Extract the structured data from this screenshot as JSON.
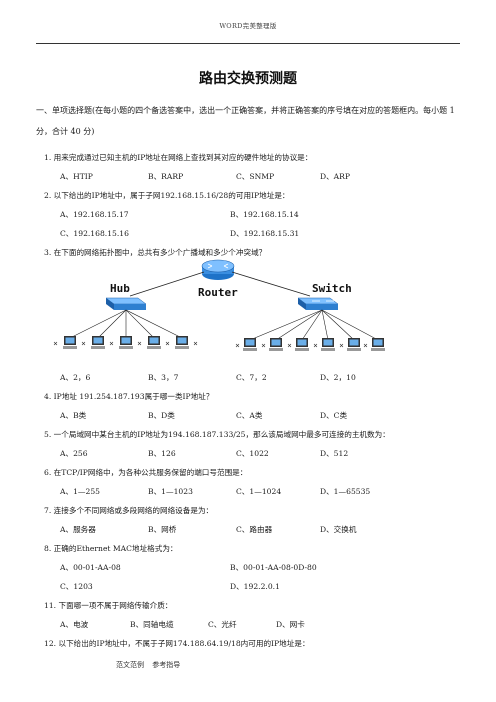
{
  "header": {
    "text": "WORD完美整理版"
  },
  "title": "路由交换预测题",
  "intro": "一、单项选择题(在每小题的四个备选答案中，选出一个正确答案，并将正确答案的序号填在对应的答题框内。每小题 1 分，合计 40 分)",
  "questions": [
    {
      "stem": "1. 用来完成通过已知主机的IP地址在网络上查找到其对应的硬件地址的协议是：",
      "options": [
        "A、HTIP",
        "B、RARP",
        "C、SNMP",
        "D、ARP"
      ]
    },
    {
      "stem": "2. 以下给出的IP地址中，属于子网192.168.15.16/28的可用IP地址是：",
      "options": [
        "A、192.168.15.17",
        "B、192.168.15.14",
        "C、192.168.15.16",
        "D、192.168.15.31"
      ]
    },
    {
      "stem": "3. 在下面的网络拓扑图中，总共有多少个广播域和多少个冲突域？",
      "options": [
        "A、2，6",
        "B、3，7",
        "C、7，2",
        "D、2，10"
      ]
    },
    {
      "stem": "4. IP地址 191.254.187.193属于哪一类IP地址？",
      "options": [
        "A、B类",
        "B、D类",
        "C、A类",
        "D、C类"
      ]
    },
    {
      "stem": "5. 一个局域网中某台主机的IP地址为194.168.187.133/25，那么该局域网中最多可连接的主机数为：",
      "options": [
        "A、256",
        "B、126",
        "C、1022",
        "D、512"
      ]
    },
    {
      "stem": "6. 在TCP/IP网络中，为各种公共服务保留的端口号范围是：",
      "options": [
        "A、1—255",
        "B、1—1023",
        "C、1—1024",
        "D、1—65535"
      ]
    },
    {
      "stem": "7. 连接多个不同网络或多段网络的网络设备是为：",
      "options": [
        "A、服务器",
        "B、网桥",
        "C、路由器",
        "D、交换机"
      ]
    },
    {
      "stem": "8. 正确的Ethernet MAC地址格式为：",
      "options": [
        "A、00-01-AA-08",
        "B、00-01-AA-08-0D-80",
        "C、1203",
        "D、192.2.0.1"
      ]
    },
    {
      "stem": "11. 下面哪一项不属于网络传输介质：",
      "options": [
        "A、电波",
        "B、同轴电缆",
        "C、光纤",
        "D、网卡"
      ]
    },
    {
      "stem": "12. 以下给出的IP地址中，不属于子网174.188.64.19/18内可用的IP地址是：",
      "options": []
    }
  ],
  "diagram": {
    "hub_label": "Hub",
    "router_label": "Router",
    "switch_label": "Switch"
  },
  "footer": {
    "text": "范文范例 参考指导"
  }
}
